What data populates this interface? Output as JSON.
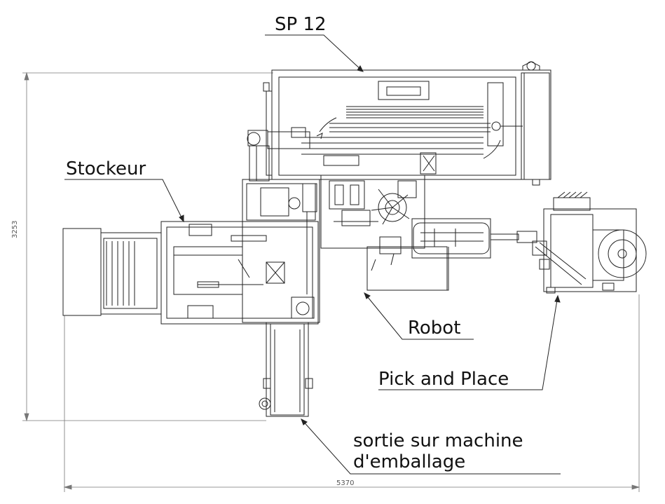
{
  "labels": {
    "sp12": "SP 12",
    "stockeur": "Stockeur",
    "robot": "Robot",
    "pick_and_place": "Pick and Place",
    "sortie_line1": "sortie sur machine",
    "sortie_line2": "d'emballage"
  },
  "dimensions": {
    "height": "3253",
    "width": "5370"
  }
}
